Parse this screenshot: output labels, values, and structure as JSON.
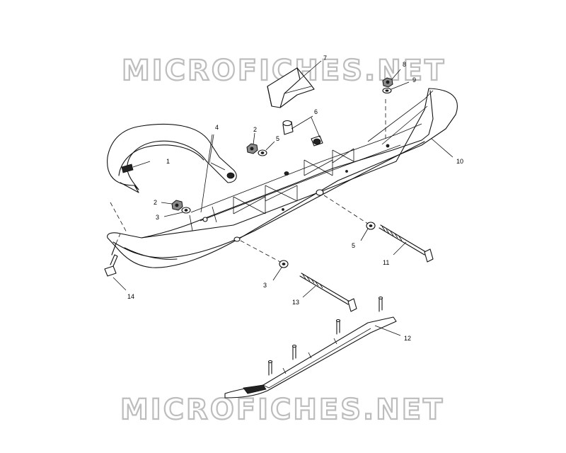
{
  "watermark": {
    "top_text": "MICROFICHES.NET",
    "bottom_text": "MICROFICHES.NET"
  },
  "callouts": [
    {
      "id": "c1",
      "label": "1"
    },
    {
      "id": "c2a",
      "label": "2"
    },
    {
      "id": "c2b",
      "label": "2"
    },
    {
      "id": "c3a",
      "label": "3"
    },
    {
      "id": "c3b",
      "label": "3"
    },
    {
      "id": "c4",
      "label": "4"
    },
    {
      "id": "c5a",
      "label": "5"
    },
    {
      "id": "c5b",
      "label": "5"
    },
    {
      "id": "c6",
      "label": "6"
    },
    {
      "id": "c7",
      "label": "7"
    },
    {
      "id": "c8",
      "label": "8"
    },
    {
      "id": "c9",
      "label": "9"
    },
    {
      "id": "c10",
      "label": "10"
    },
    {
      "id": "c11",
      "label": "11"
    },
    {
      "id": "c12",
      "label": "12"
    },
    {
      "id": "c13",
      "label": "13"
    },
    {
      "id": "c14",
      "label": "14"
    }
  ]
}
